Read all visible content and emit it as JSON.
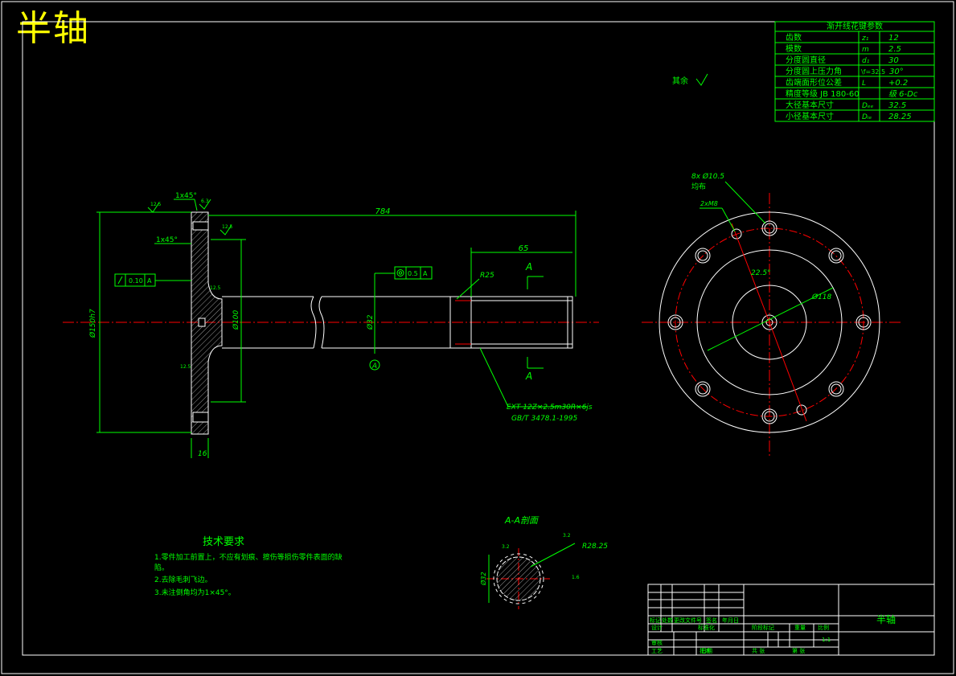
{
  "title": "半轴",
  "spline_table": {
    "heading": "渐开线花键参数",
    "rows": [
      [
        "齿数",
        "z₁",
        "12"
      ],
      [
        "模数",
        "m",
        "2.5"
      ],
      [
        "分度圆直径",
        "d₁",
        "30"
      ],
      [
        "分度圆上压力角",
        "\\f=32.5",
        "30°"
      ],
      [
        "齿端面形位公差",
        "L",
        "+0.2"
      ],
      [
        "精度等级 JB 180-60",
        "",
        "级 6-Dc"
      ],
      [
        "大径基本尺寸",
        "Dₑₑ",
        "32.5"
      ],
      [
        "小径基本尺寸",
        "Dᵢₑ",
        "28.25"
      ]
    ]
  },
  "surface_note": "其余",
  "side_view": {
    "dim_length": "784",
    "dim_spline_len": "65",
    "chamfer_1": "1x45°",
    "chamfer_2": "1x45°",
    "rough_1": "12.5",
    "rough_2": "6.3",
    "rough_3": "12.5",
    "rough_4": "12.5",
    "rough_5": "12.5",
    "fillet": "R25",
    "dia_flange": "Ø150h7",
    "dia_hub": "Ø100",
    "dia_shaft": "Ø32",
    "tol_runout": "0.10",
    "tol_datum": "A",
    "tol_conc": "0.5",
    "tol_conc_datum": "A",
    "datum_label": "A",
    "section_a_top": "A",
    "section_a_bottom": "A",
    "flange_thk": "16",
    "spline_callout_1": "EXT 12Z×2.5m30R×6js",
    "spline_callout_2": "GB/T 3478.1-1995"
  },
  "front_view": {
    "holes_note_1": "8x Ø10.5",
    "holes_note_2": "均布",
    "small_hole": "2xM8",
    "angle": "22.5°",
    "pcd": "Ø118"
  },
  "section": {
    "title": "A-A剖面",
    "rough_a": "3.2",
    "rough_b": "3.2",
    "rough_c": "1.6",
    "dia_label": "R28.25",
    "dia_side": "Ø32"
  },
  "tech_req": {
    "heading": "技术要求",
    "lines": [
      "1.零件加工前置上，不应有划痕、擦伤等损伤零件表面的缺",
      "陷。",
      "2.去除毛刺飞边。",
      "3.未注倒角均为1×45°。"
    ]
  },
  "title_block": {
    "part_name": "半轴",
    "labels": [
      "标记",
      "处数",
      "更改文件号",
      "签名",
      "年月日"
    ],
    "design": "设计",
    "std": "标准化",
    "check": "审核",
    "craft": "工艺",
    "approve": "批准",
    "stage_mark": "阶段标记",
    "weight": "重量",
    "scale": "比例",
    "scale_val": "1:1",
    "sheet_total": "共 张",
    "sheet_no": "第 张",
    "date": "日期"
  },
  "colors": {
    "line": "#ffffff",
    "dim": "#00ff00",
    "center": "#ff0000",
    "title": "#ffff00"
  }
}
